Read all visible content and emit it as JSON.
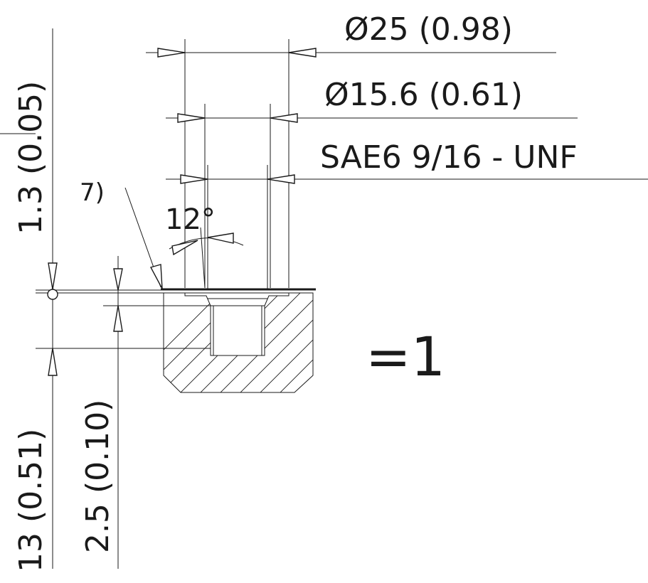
{
  "drawing": {
    "dim_outer_diameter": "Ø25 (0.98)",
    "dim_inner_diameter": "Ø15.6 (0.61)",
    "thread_spec": "SAE6 9/16 - UNF",
    "angle": "12°",
    "note_ref": "7)",
    "equals_label": "=1",
    "dim_left_top": "1.3 (0.05)",
    "dim_left_bottom_outer": "13 (0.51)",
    "dim_left_bottom_inner": "2.5 (0.10)"
  },
  "colors": {
    "line": "#1a1a1a",
    "background": "#ffffff"
  }
}
